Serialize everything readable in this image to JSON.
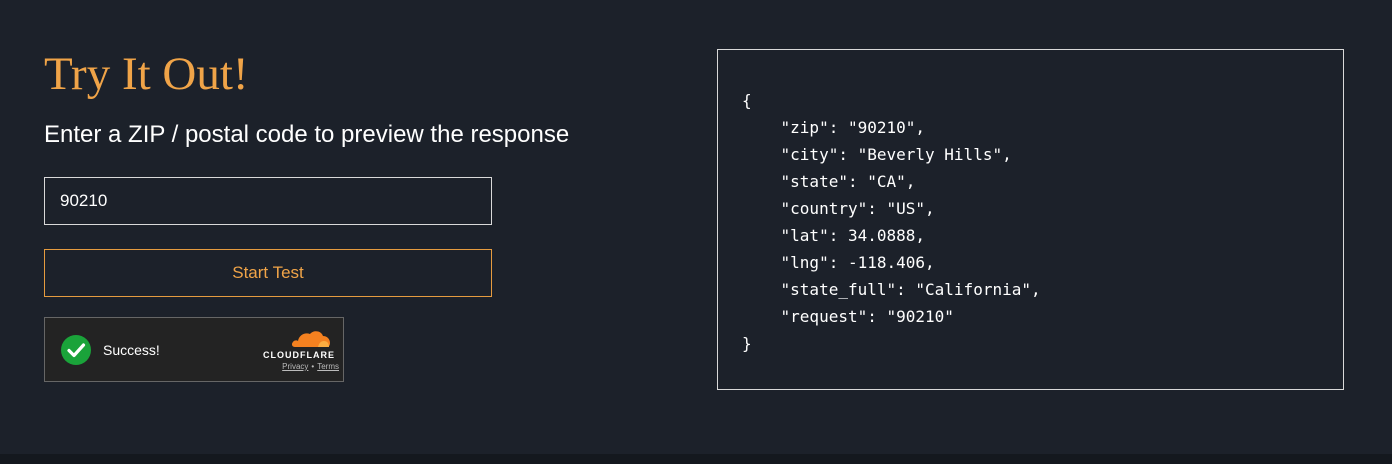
{
  "header": {
    "title": "Try It Out!",
    "subtitle": "Enter a ZIP / postal code to preview the response"
  },
  "form": {
    "zip_value": "90210",
    "button_label": "Start Test"
  },
  "captcha": {
    "status": "Success!",
    "brand": "CLOUDFLARE",
    "privacy_link": "Privacy",
    "separator": "•",
    "terms_link": "Terms"
  },
  "response": {
    "json_text": "{\n    \"zip\": \"90210\",\n    \"city\": \"Beverly Hills\",\n    \"state\": \"CA\",\n    \"country\": \"US\",\n    \"lat\": 34.0888,\n    \"lng\": -118.406,\n    \"state_full\": \"California\",\n    \"request\": \"90210\"\n}"
  },
  "colors": {
    "background": "#1c212a",
    "accent": "#f0a448",
    "success": "#1aa33a",
    "cloudflare_orange": "#f48120"
  },
  "icons": {
    "captcha_check": "check-circle-icon",
    "brand_logo": "cloudflare-cloud-icon"
  }
}
